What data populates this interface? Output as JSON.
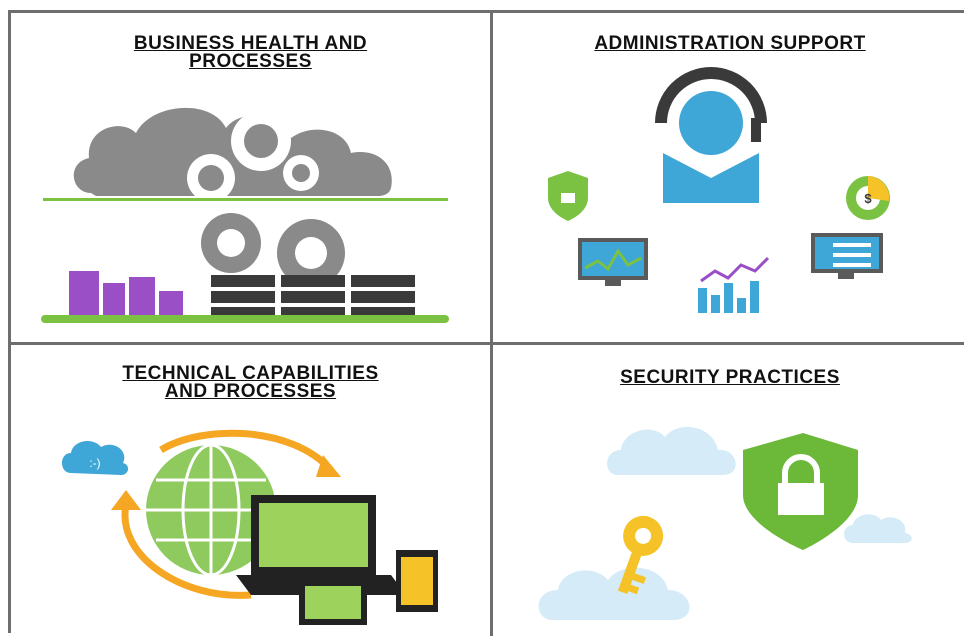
{
  "panels": [
    {
      "title_lines": [
        "BUSINESS HEALTH AND",
        "PROCESSES"
      ]
    },
    {
      "title_lines": [
        "ADMINISTRATION SUPPORT"
      ]
    },
    {
      "title_lines": [
        "TECHNICAL CAPABILITIES",
        "AND PROCESSES"
      ]
    },
    {
      "title_lines": [
        "SECURITY PRACTICES"
      ]
    }
  ],
  "icons": {
    "chat_cloud_text": ":-)",
    "coin_symbol": "$"
  },
  "colors": {
    "border": "#6e6e6e",
    "gray": "#8a8a8a",
    "green": "#7cc242",
    "purple": "#9b4fc7",
    "blue": "#3fa6d8",
    "yellow": "#f5c227",
    "orange": "#f5a623",
    "dark": "#3a3a3a"
  }
}
